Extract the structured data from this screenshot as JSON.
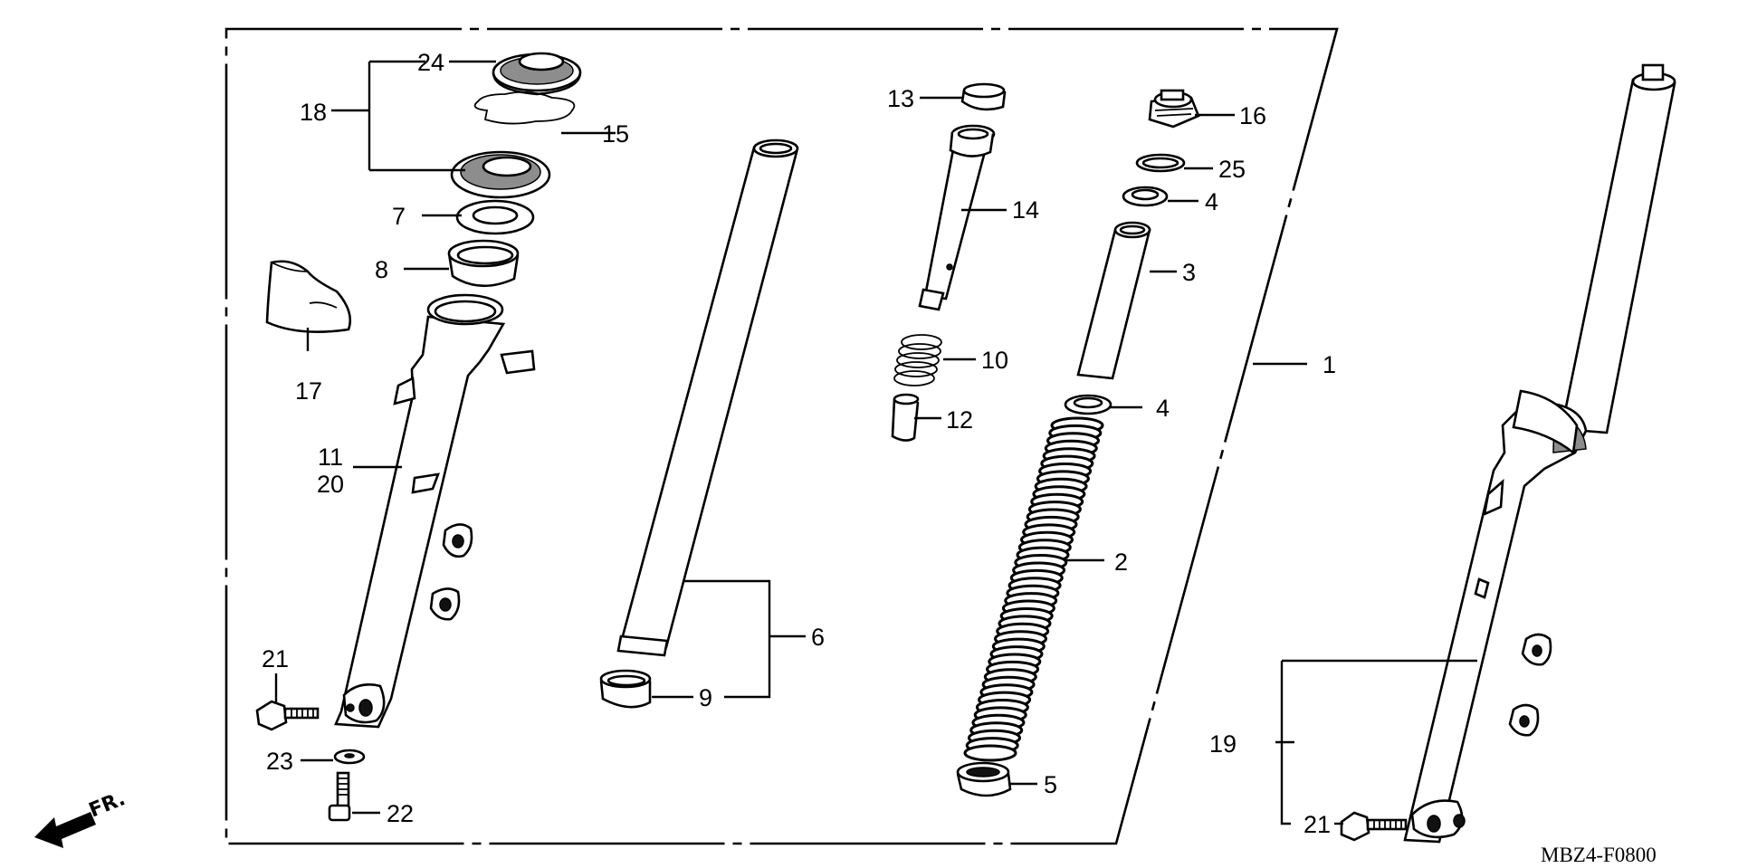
{
  "labels": {
    "l1": "1",
    "l2": "2",
    "l3": "3",
    "l4a": "4",
    "l4b": "4",
    "l5": "5",
    "l6": "6",
    "l7": "7",
    "l8": "8",
    "l9": "9",
    "l10": "10",
    "l11": "11",
    "l12": "12",
    "l13": "13",
    "l14": "14",
    "l15": "15",
    "l16": "16",
    "l17": "17",
    "l18": "18",
    "l19": "19",
    "l20": "20",
    "l21a": "21",
    "l21b": "21",
    "l22": "22",
    "l23": "23",
    "l24": "24",
    "l25": "25"
  },
  "direction_label": "FR.",
  "diagram_code": "MBZ4-F0800",
  "icons": {
    "direction": "front-arrow-icon"
  },
  "colors": {
    "ink": "#000000",
    "paper": "#ffffff",
    "shade": "#8d8d8d"
  }
}
